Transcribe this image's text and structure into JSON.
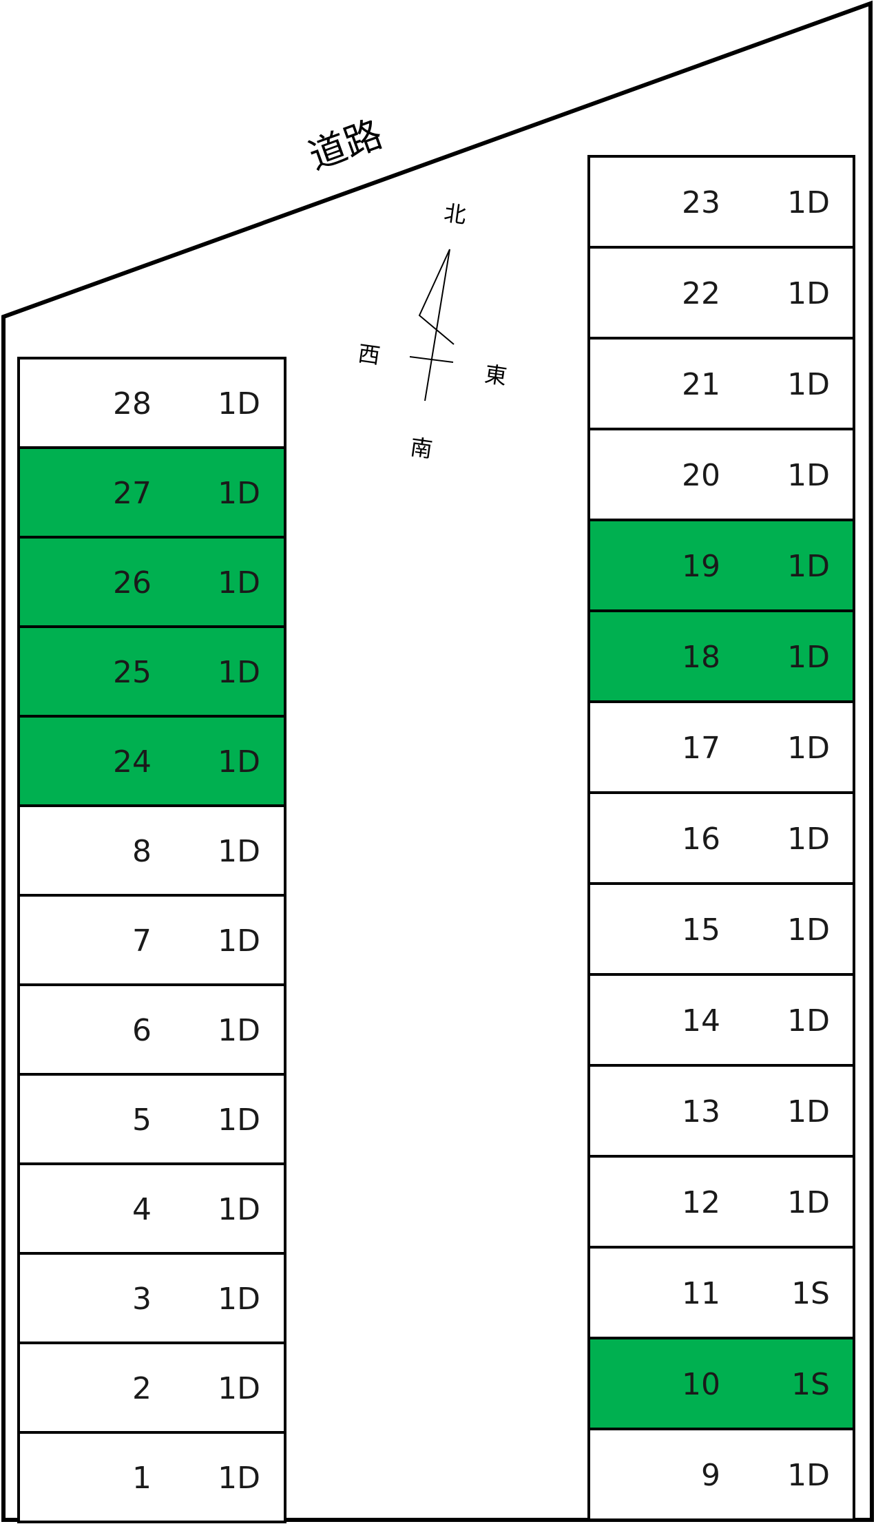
{
  "road_label": "道路",
  "compass": {
    "north": "北",
    "south": "南",
    "east": "東",
    "west": "西"
  },
  "colors": {
    "occupied": "#00b050",
    "vacant": "#ffffff",
    "line": "#000000"
  },
  "left_column": [
    {
      "number": "28",
      "type": "1D",
      "occupied": false
    },
    {
      "number": "27",
      "type": "1D",
      "occupied": true
    },
    {
      "number": "26",
      "type": "1D",
      "occupied": true
    },
    {
      "number": "25",
      "type": "1D",
      "occupied": true
    },
    {
      "number": "24",
      "type": "1D",
      "occupied": true
    },
    {
      "number": "8",
      "type": "1D",
      "occupied": false
    },
    {
      "number": "7",
      "type": "1D",
      "occupied": false
    },
    {
      "number": "6",
      "type": "1D",
      "occupied": false
    },
    {
      "number": "5",
      "type": "1D",
      "occupied": false
    },
    {
      "number": "4",
      "type": "1D",
      "occupied": false
    },
    {
      "number": "3",
      "type": "1D",
      "occupied": false
    },
    {
      "number": "2",
      "type": "1D",
      "occupied": false
    },
    {
      "number": "1",
      "type": "1D",
      "occupied": false
    }
  ],
  "right_column": [
    {
      "number": "23",
      "type": "1D",
      "occupied": false
    },
    {
      "number": "22",
      "type": "1D",
      "occupied": false
    },
    {
      "number": "21",
      "type": "1D",
      "occupied": false
    },
    {
      "number": "20",
      "type": "1D",
      "occupied": false
    },
    {
      "number": "19",
      "type": "1D",
      "occupied": true
    },
    {
      "number": "18",
      "type": "1D",
      "occupied": true
    },
    {
      "number": "17",
      "type": "1D",
      "occupied": false
    },
    {
      "number": "16",
      "type": "1D",
      "occupied": false
    },
    {
      "number": "15",
      "type": "1D",
      "occupied": false
    },
    {
      "number": "14",
      "type": "1D",
      "occupied": false
    },
    {
      "number": "13",
      "type": "1D",
      "occupied": false
    },
    {
      "number": "12",
      "type": "1D",
      "occupied": false
    },
    {
      "number": "11",
      "type": "1S",
      "occupied": false
    },
    {
      "number": "10",
      "type": "1S",
      "occupied": true
    },
    {
      "number": "9",
      "type": "1D",
      "occupied": false
    }
  ]
}
